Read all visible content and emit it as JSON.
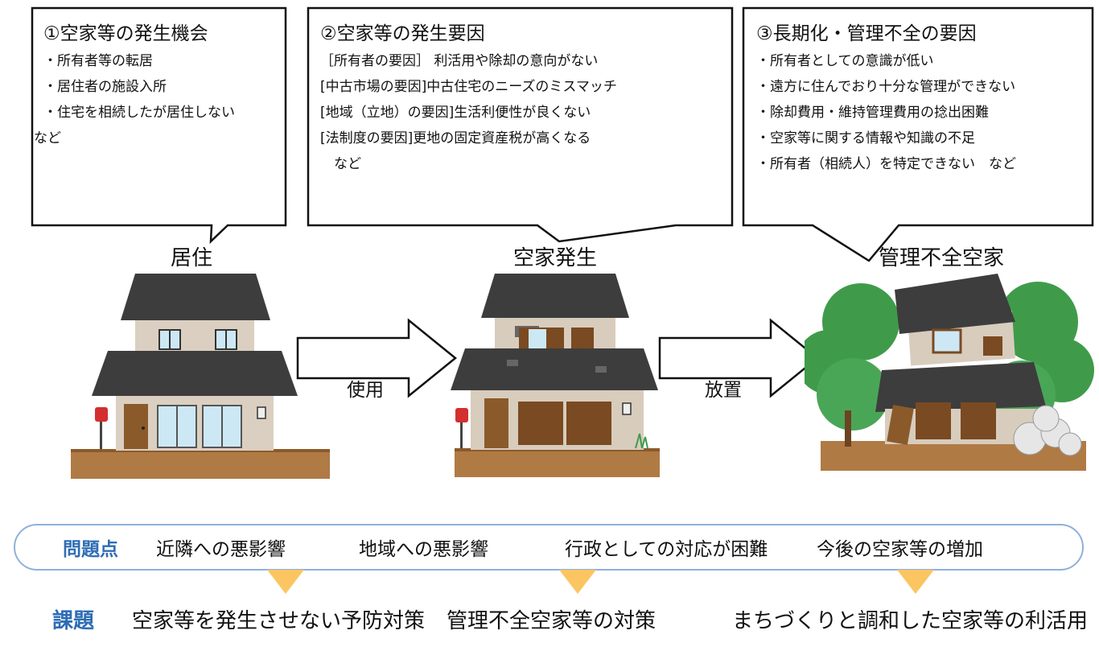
{
  "bubbles": [
    {
      "title": "①空家等の発生機会",
      "lines": [
        "・所有者等の転居",
        "・居住者の施設入所",
        "・住宅を相続したが居住しない",
        "など"
      ]
    },
    {
      "title": "②空家等の発生要因",
      "lines": [
        "［所有者の要因］ 利活用や除却の意向がない",
        "[中古市場の要因]中古住宅のニーズのミスマッチ",
        "[地域（立地）の要因]生活利便性が良くない",
        "[法制度の要因]更地の固定資産税が高くなる",
        "　など"
      ]
    },
    {
      "title": "③長期化・管理不全の要因",
      "lines": [
        "・所有者としての意識が低い",
        "・遠方に住んでおり十分な管理ができない",
        "・除却費用・維持管理費用の捻出困難",
        "・空家等に関する情報や知識の不足",
        "・所有者（相続人）を特定できない　など"
      ]
    }
  ],
  "stages": [
    "居住",
    "空家発生",
    "管理不全空家"
  ],
  "arrows": [
    "使用",
    "放置"
  ],
  "problems": {
    "key": "問題点",
    "items": [
      "近隣への悪影響",
      "地域への悪影響",
      "行政としての対応が困難",
      "今後の空家等の増加"
    ]
  },
  "issues": {
    "key": "課題",
    "items": [
      "空家等を発生させない予防対策",
      "管理不全空家等の対策",
      "まちづくりと調和した空家等の利活用"
    ]
  },
  "colors": {
    "accent_blue": "#2e6db4",
    "pill_border": "#8fb0dc",
    "triangle": "#fbc562",
    "roof": "#3d3d3d",
    "wall": "#dbcfc1",
    "ground": "#b07a45",
    "tree": "#3f9b4a"
  }
}
